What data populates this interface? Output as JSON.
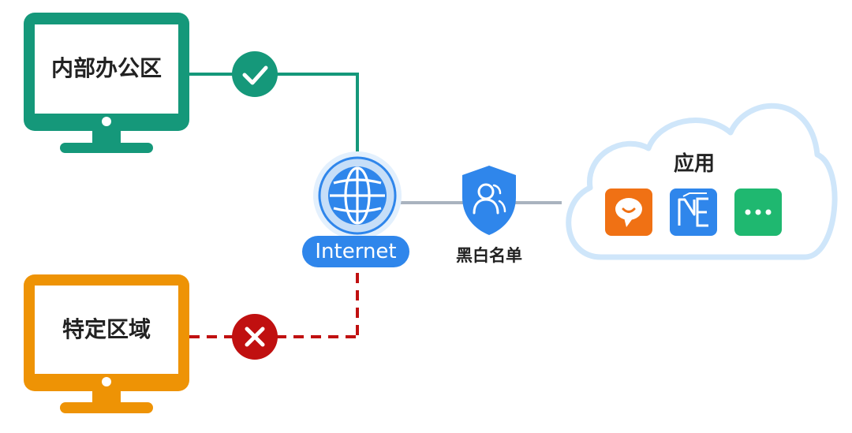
{
  "diagram": {
    "office_label": "内部办公区",
    "specific_area_label": "特定区域",
    "internet_label": "Internet",
    "whitelist_label": "黑白名单",
    "cloud_label": "应用",
    "allowed_icon": "check-icon",
    "blocked_icon": "x-icon",
    "apps": [
      {
        "name": "chat-app",
        "icon": "speech-bubble-icon",
        "color": "#F07114"
      },
      {
        "name": "ne-app",
        "icon": "ne-logo-icon",
        "color": "#2F86EB"
      },
      {
        "name": "more-apps",
        "icon": "more-dots-icon",
        "color": "#1FB870"
      }
    ]
  },
  "colors": {
    "allowed": "#15987A",
    "blocked": "#C01010",
    "office_monitor": "#15987A",
    "specific_monitor": "#EE9305",
    "internet": "#2F86EB",
    "cloud_stroke": "#CFE6FA",
    "connector": "#A9B3BF"
  }
}
